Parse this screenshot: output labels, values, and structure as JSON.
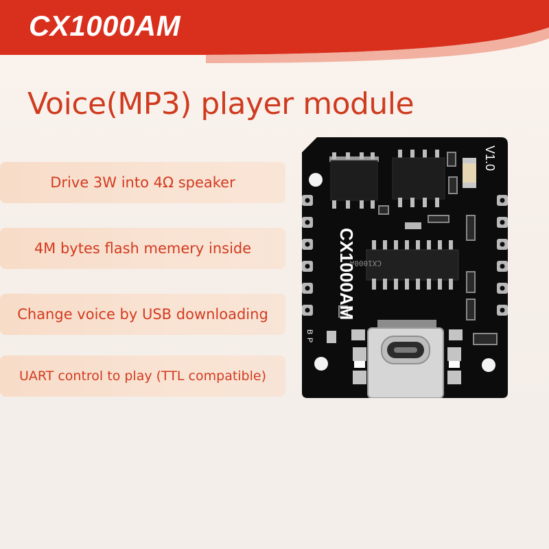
{
  "brand": "CX1000AM",
  "subtitle": "Voice(MP3) player module",
  "features": [
    "Drive 3W into 4Ω speaker",
    "4M bytes flash memery inside",
    "Change voice by USB downloading",
    "UART control to play (TTL compatible)"
  ],
  "board": {
    "label": "CX1000AM",
    "version": "V1.0",
    "chip_text": "CX1000A",
    "pin_labels": [
      "B",
      "P"
    ]
  },
  "colors": {
    "accent": "#d23a1f",
    "banner": "#d9301e",
    "feature_bg": "#f8dfcc",
    "board": "#0c0c0c"
  }
}
